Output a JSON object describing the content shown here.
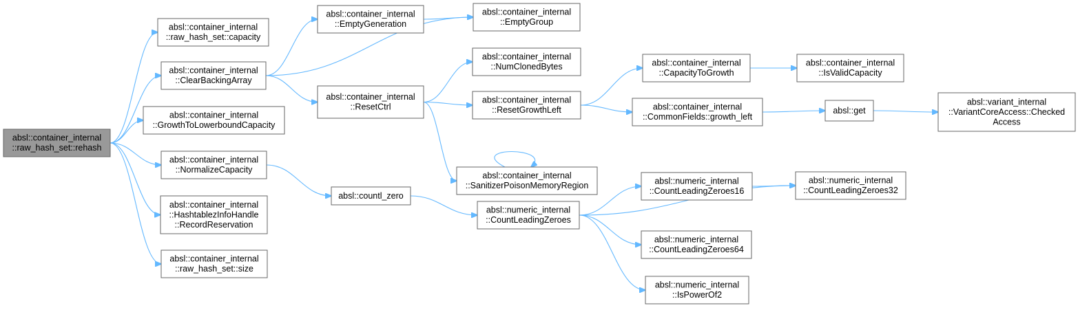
{
  "nodes": [
    {
      "id": "rehash",
      "lines": [
        "absl::container_internal",
        "::raw_hash_set::rehash"
      ],
      "root": true
    },
    {
      "id": "capacity",
      "lines": [
        "absl::container_internal",
        "::raw_hash_set::capacity"
      ]
    },
    {
      "id": "clearBacking",
      "lines": [
        "absl::container_internal",
        "::ClearBackingArray"
      ]
    },
    {
      "id": "growthLB",
      "lines": [
        "absl::container_internal",
        "::GrowthToLowerboundCapacity"
      ]
    },
    {
      "id": "normalize",
      "lines": [
        "absl::container_internal",
        "::NormalizeCapacity"
      ]
    },
    {
      "id": "recordRes",
      "lines": [
        "absl::container_internal",
        "::HashtablezInfoHandle",
        "::RecordReservation"
      ]
    },
    {
      "id": "size",
      "lines": [
        "absl::container_internal",
        "::raw_hash_set::size"
      ]
    },
    {
      "id": "emptyGen",
      "lines": [
        "absl::container_internal",
        "::EmptyGeneration"
      ]
    },
    {
      "id": "resetCtrl",
      "lines": [
        "absl::container_internal",
        "::ResetCtrl"
      ]
    },
    {
      "id": "countlZero",
      "lines": [
        "absl::countl_zero"
      ]
    },
    {
      "id": "emptyGroup",
      "lines": [
        "absl::container_internal",
        "::EmptyGroup"
      ]
    },
    {
      "id": "numCloned",
      "lines": [
        "absl::container_internal",
        "::NumClonedBytes"
      ]
    },
    {
      "id": "resetGrowth",
      "lines": [
        "absl::container_internal",
        "::ResetGrowthLeft"
      ]
    },
    {
      "id": "sanitizer",
      "lines": [
        "absl::container_internal",
        "::SanitizerPoisonMemoryRegion"
      ]
    },
    {
      "id": "clz",
      "lines": [
        "absl::numeric_internal",
        "::CountLeadingZeroes"
      ]
    },
    {
      "id": "capToGrowth",
      "lines": [
        "absl::container_internal",
        "::CapacityToGrowth"
      ]
    },
    {
      "id": "growthLeft",
      "lines": [
        "absl::container_internal",
        "::CommonFields::growth_left"
      ]
    },
    {
      "id": "clz16",
      "lines": [
        "absl::numeric_internal",
        "::CountLeadingZeroes16"
      ]
    },
    {
      "id": "clz64",
      "lines": [
        "absl::numeric_internal",
        "::CountLeadingZeroes64"
      ]
    },
    {
      "id": "isPow2",
      "lines": [
        "absl::numeric_internal",
        "::IsPowerOf2"
      ]
    },
    {
      "id": "isValidCap",
      "lines": [
        "absl::container_internal",
        "::IsValidCapacity"
      ]
    },
    {
      "id": "get",
      "lines": [
        "absl::get"
      ]
    },
    {
      "id": "clz32",
      "lines": [
        "absl::numeric_internal",
        "::CountLeadingZeroes32"
      ]
    },
    {
      "id": "checkedAccess",
      "lines": [
        "absl::variant_internal",
        "::VariantCoreAccess::Checked",
        "Access"
      ]
    }
  ],
  "edges": [
    [
      "rehash",
      "capacity"
    ],
    [
      "rehash",
      "clearBacking"
    ],
    [
      "rehash",
      "growthLB"
    ],
    [
      "rehash",
      "normalize"
    ],
    [
      "rehash",
      "recordRes"
    ],
    [
      "rehash",
      "size"
    ],
    [
      "clearBacking",
      "emptyGen"
    ],
    [
      "clearBacking",
      "emptyGroup"
    ],
    [
      "clearBacking",
      "resetCtrl"
    ],
    [
      "emptyGen",
      "emptyGroup"
    ],
    [
      "resetCtrl",
      "numCloned"
    ],
    [
      "resetCtrl",
      "resetGrowth"
    ],
    [
      "resetCtrl",
      "sanitizer"
    ],
    [
      "sanitizer",
      "sanitizer"
    ],
    [
      "resetGrowth",
      "capToGrowth"
    ],
    [
      "resetGrowth",
      "growthLeft"
    ],
    [
      "capToGrowth",
      "isValidCap"
    ],
    [
      "growthLeft",
      "get"
    ],
    [
      "get",
      "checkedAccess"
    ],
    [
      "normalize",
      "countlZero"
    ],
    [
      "countlZero",
      "clz"
    ],
    [
      "clz",
      "clz16"
    ],
    [
      "clz",
      "clz32"
    ],
    [
      "clz",
      "clz64"
    ],
    [
      "clz",
      "isPow2"
    ],
    [
      "clz16",
      "clz32"
    ]
  ],
  "colors": {
    "edge": "#63b8ff",
    "root_fill": "#999999",
    "box_stroke": "#666666"
  }
}
